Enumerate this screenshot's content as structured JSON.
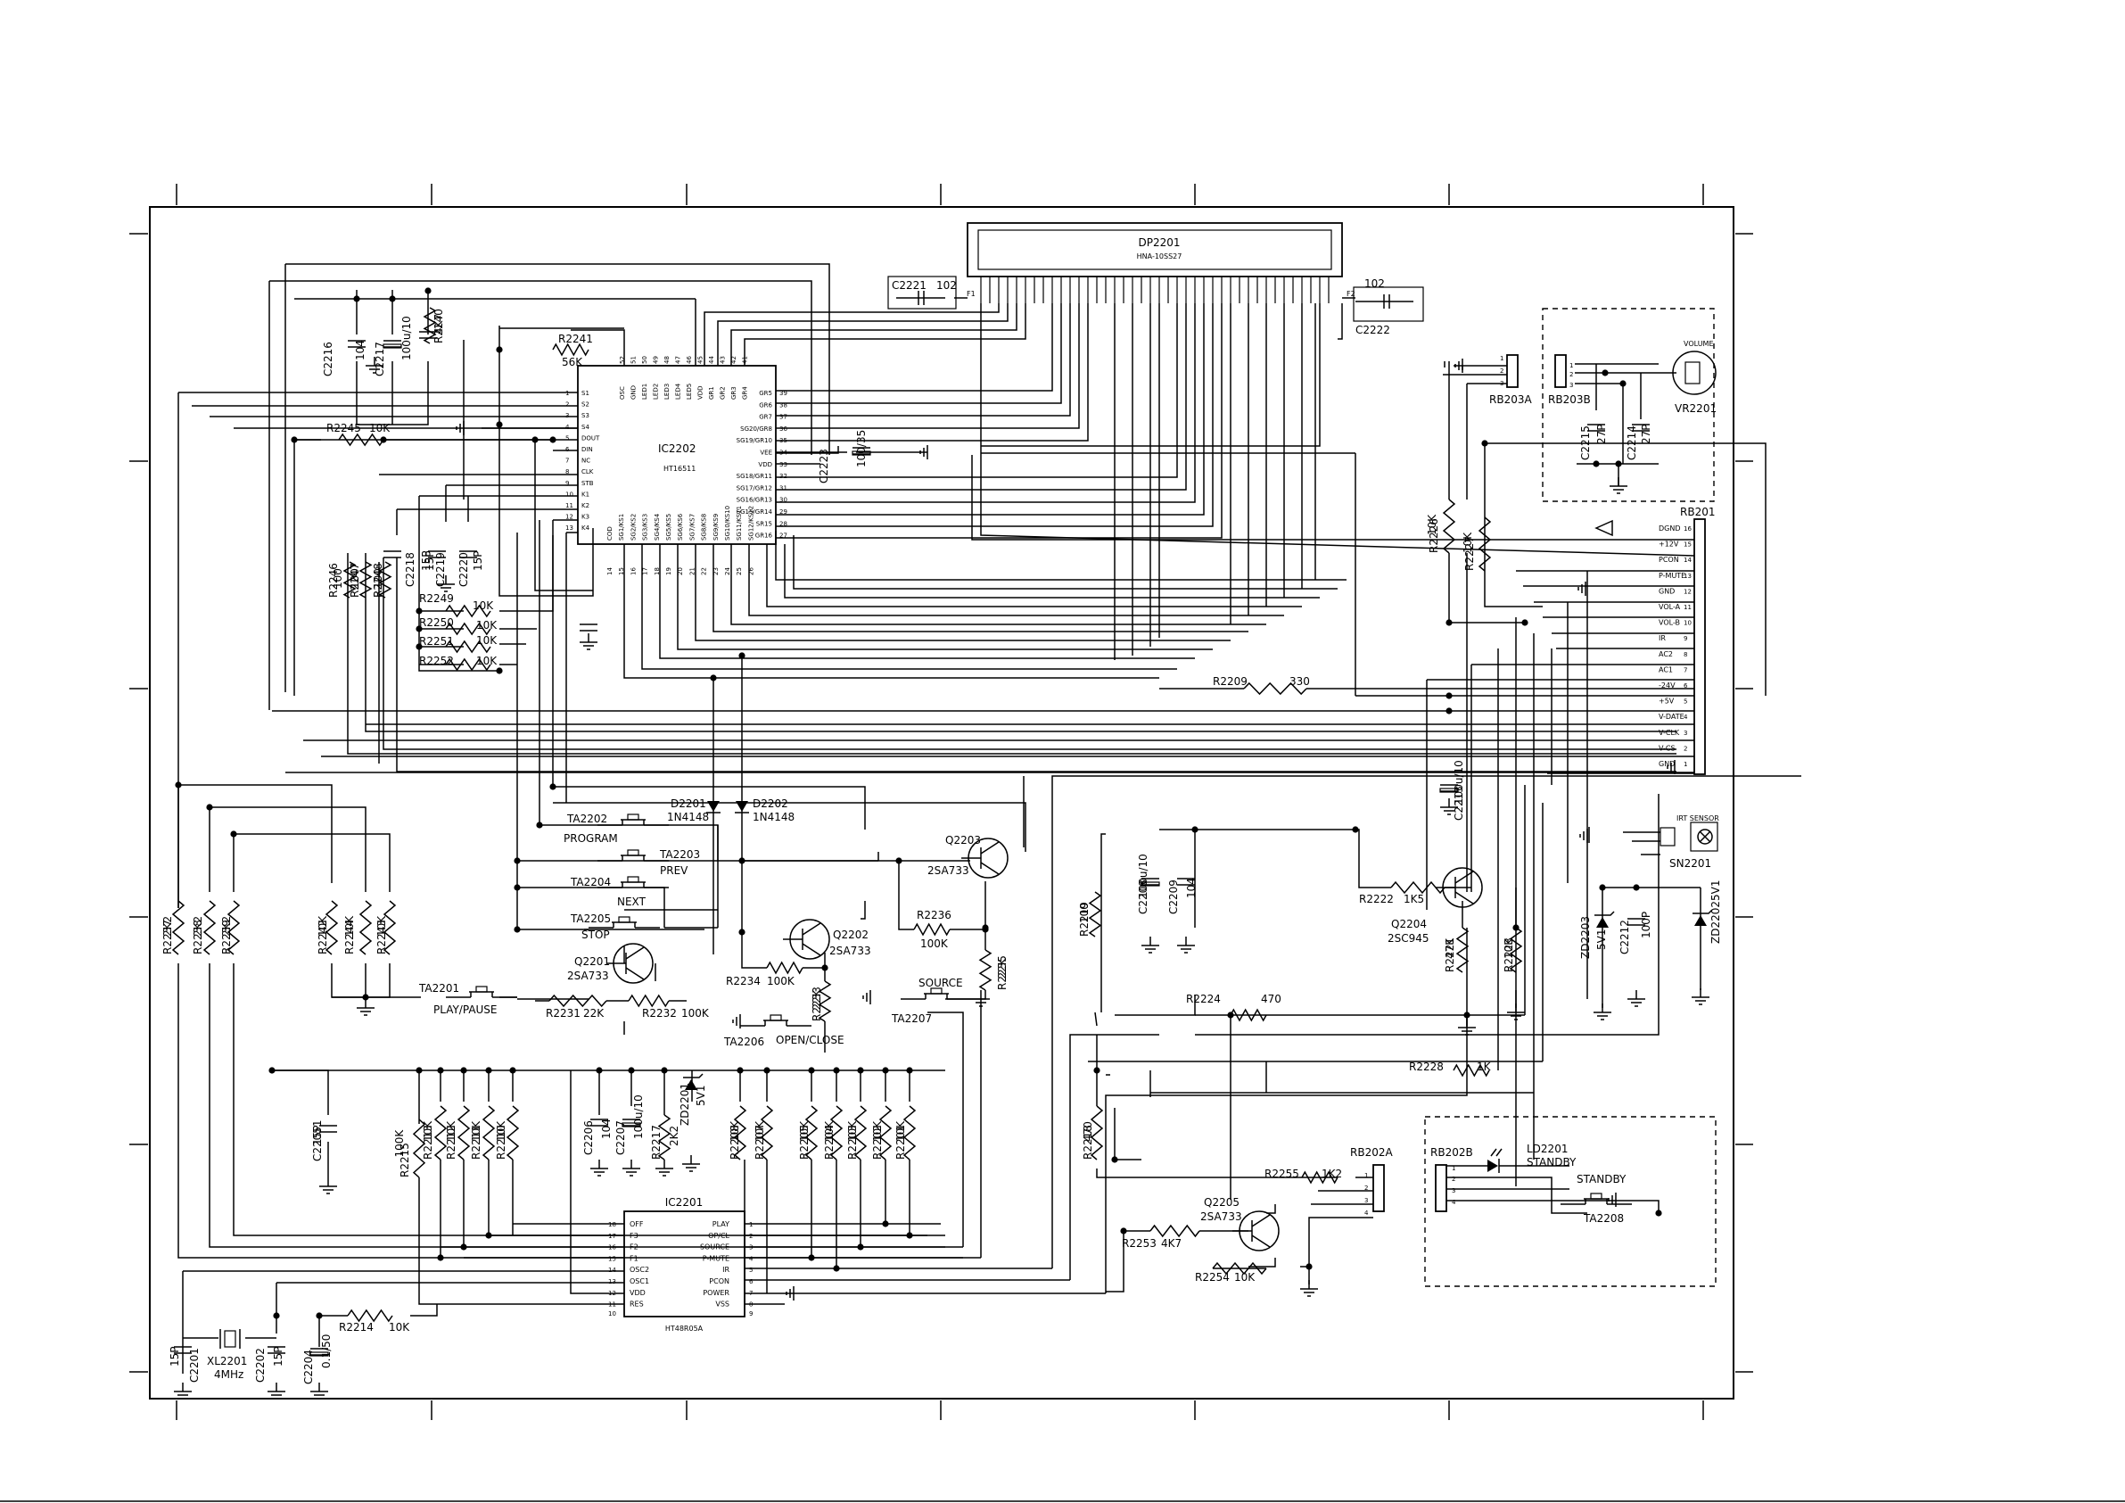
{
  "ics": {
    "ic2202": {
      "ref": "IC2202",
      "part": "HT16511",
      "left_pins": [
        "S1",
        "S2",
        "S3",
        "S4",
        "DOUT",
        "DIN",
        "NC",
        "CLK",
        "STB",
        "K1",
        "K2",
        "K3",
        "K4"
      ],
      "top_pins": [
        "OSC",
        "GND",
        "LED1",
        "LED2",
        "LED3",
        "LED4",
        "LED5",
        "VDD",
        "GR1",
        "GR2",
        "GR3",
        "GR4"
      ],
      "right_pins": [
        "GR5",
        "GR6",
        "GR7",
        "SG20/GR8",
        "SG19/GR10",
        "VEE",
        "VDD",
        "SG18/GR11",
        "SG17/GR12",
        "SG16/GR13",
        "SG15/GR14",
        "SR15",
        "GR16"
      ],
      "bottom_pins": [
        "COD",
        "SG1/KS1",
        "SG2/KS2",
        "SG3/KS3",
        "SG4/KS4",
        "SG5/KS5",
        "SG6/KS6",
        "SG7/KS7",
        "SG8/KS8",
        "SG9/KS9",
        "SG10/KS10",
        "SG11/KS11",
        "SG12/KS12"
      ]
    },
    "ic2201": {
      "ref": "IC2201",
      "part": "HT48R05A",
      "left_pins": [
        "OFF",
        "F3",
        "F2",
        "F1",
        "OSC2",
        "OSC1",
        "VDD",
        "RES"
      ],
      "left_nums": [
        "18",
        "17",
        "16",
        "15",
        "14",
        "13",
        "12",
        "11",
        "10"
      ],
      "right_pins": [
        "PLAY",
        "OP/CL",
        "SOURCE",
        "P-MUTE",
        "IR",
        "PCON",
        "POWER",
        "VSS"
      ],
      "right_nums": [
        "1",
        "2",
        "3",
        "4",
        "5",
        "6",
        "7",
        "8",
        "9"
      ]
    },
    "display": {
      "ref": "DP2201",
      "part": "HNA-10SS27",
      "f1": "F1",
      "f2": "F2"
    }
  },
  "connector_rb201": {
    "ref": "RB201",
    "pins": [
      {
        "num": "16",
        "name": "DGND"
      },
      {
        "num": "15",
        "name": "+12V"
      },
      {
        "num": "14",
        "name": "PCON"
      },
      {
        "num": "13",
        "name": "P-MUTE"
      },
      {
        "num": "12",
        "name": "GND"
      },
      {
        "num": "11",
        "name": "VOL-A"
      },
      {
        "num": "10",
        "name": "VOL-B"
      },
      {
        "num": "9",
        "name": "IR"
      },
      {
        "num": "8",
        "name": "AC2"
      },
      {
        "num": "7",
        "name": "AC1"
      },
      {
        "num": "6",
        "name": "-24V"
      },
      {
        "num": "5",
        "name": "+5V"
      },
      {
        "num": "4",
        "name": "V-DATE"
      },
      {
        "num": "3",
        "name": "V-CLK"
      },
      {
        "num": "2",
        "name": "V-CS"
      },
      {
        "num": "1",
        "name": "GND"
      }
    ]
  },
  "components": {
    "c2221": "C2221",
    "c2221_v": "102",
    "c2222": "C2222",
    "c2222_v": "102",
    "c2216": "C2216",
    "c2216_v": "104",
    "c2217": "C2217",
    "c2217_v": "100u/10",
    "r2240": "R2240",
    "r2240_v": "4K7",
    "r2241": "R2241",
    "r2241_v": "56K",
    "r2245": "R2245",
    "r2245_v": "10K",
    "c2223": "C2223",
    "c2223_v": "100/35",
    "c2218": "C2218",
    "c2218_v": "15P",
    "c2219": "C2219",
    "c2219_v": "15P",
    "c2220": "C2220",
    "c2220_v": "15P",
    "r2246": "R2246",
    "r2246_v": "100",
    "r2247": "R2247",
    "r2247_v": "100",
    "r2248": "R2248",
    "r2248_v": "100",
    "r2249": "R2249",
    "r2249_v": "10K",
    "r2250": "R2250",
    "r2250_v": "10K",
    "r2251": "R2251",
    "r2251_v": "10K",
    "r2252": "R2252",
    "r2252_v": "10K",
    "r2226": "R2226",
    "r2226_v": "10K",
    "r2227": "R2227",
    "r2227_v": "10K",
    "r2209": "R2209",
    "r2209_v": "330",
    "c2213": "C2213",
    "c2213_v": "100u/10",
    "rb203a": "RB203A",
    "rb203b": "RB203B",
    "c2215": "C2215",
    "c2215_v": "27P",
    "c2214": "C2214",
    "c2214_v": "27P",
    "vr2201": "VR2201",
    "volume": "VOLUME",
    "d2201": "D2201",
    "d2201_v": "1N4148",
    "d2202": "D2202",
    "d2202_v": "1N4148",
    "ta2202": "TA2202",
    "ta2202_v": "PROGRAM",
    "ta2203": "TA2203",
    "ta2203_v": "PREV",
    "ta2204": "TA2204",
    "ta2204_v": "NEXT",
    "ta2205": "TA2205",
    "ta2205_v": "STOP",
    "ta2201": "TA2201",
    "ta2201_v": "PLAY/PAUSE",
    "ta2206": "TA2206",
    "ta2206_v": "OPEN/CLOSE",
    "ta2207": "TA2207",
    "ta2207_v": "SOURCE",
    "ta2208": "TA2208",
    "ta2208_v": "STANDBY",
    "q2201": "Q2201",
    "q2201_v": "2SA733",
    "q2202": "Q2202",
    "q2202_v": "2SA733",
    "q2203": "Q2203",
    "q2203_v": "2SA733",
    "q2204": "Q2204",
    "q2204_v": "2SC945",
    "q2205": "Q2205",
    "q2205_v": "2SA733",
    "r2236": "R2236",
    "r2236_v": "100K",
    "r2235": "R2235",
    "r2235_v": "22K",
    "r2234": "R2234",
    "r2234_v": "100K",
    "r2233": "R2233",
    "r2233_v": "22K",
    "r2231": "R2231",
    "r2231_v": "22K",
    "r2232": "R2232",
    "r2232_v": "100K",
    "r2237": "R2237",
    "r2237_v": "2K2",
    "r2238": "R2238",
    "r2238_v": "2K2",
    "r2239": "R2239",
    "r2239_v": "2K2",
    "r2242": "R2242",
    "r2242_v": "10K",
    "r2244": "R2244",
    "r2244_v": "10K",
    "r2243": "R2243",
    "r2243_v": "10K",
    "r2219": "R2219",
    "r2219_v": "100",
    "c2208": "C2208",
    "c2208_v": "100u/10",
    "c2209": "C2209",
    "c2209_v": "104",
    "r2222": "R2222",
    "r2222_v": "1K5",
    "r2221": "R2221",
    "r2221_v": "47K",
    "r2223": "R2223",
    "r2223_v": "10K",
    "r2224": "R2224",
    "r2224_v": "470",
    "r2228": "R2228",
    "r2228_v": "1K",
    "r2218": "R2218",
    "r2218_v": "470",
    "r2255": "R2255",
    "r2255_v": "1K2",
    "r2253": "R2253",
    "r2253_v": "4K7",
    "r2254": "R2254",
    "r2254_v": "10K",
    "zd2203": "ZD2203",
    "zd2203_v": "5V1",
    "zd2202": "ZD2202",
    "zd2202_v": "5V1",
    "c2212": "C2212",
    "c2212_v": "100P",
    "irt_sensor": "IRT SENSOR",
    "sn2201": "SN2201",
    "rb202a": "RB202A",
    "rb202b": "RB202B",
    "ld2201": "LD2201",
    "ld2201_v": "STANDBY",
    "c22051": "C22051",
    "c22051_v": "15P",
    "r2215": "R2215",
    "r2215_v": "100K",
    "r2213": "R2213",
    "r2213_v": "10K",
    "r2212": "R2212",
    "r2212_v": "10K",
    "r2211": "R2211",
    "r2211_v": "10K",
    "r2210": "R2210",
    "r2210_v": "10K",
    "c2206": "C2206",
    "c2206_v": "104",
    "c2207": "C2207",
    "c2207_v": "100u/10",
    "r2217": "R2217",
    "r2217_v": "2K2",
    "zd2201": "ZD2201",
    "zd2201_v": "5V1",
    "r2208": "R2208",
    "r2208_v": "10K",
    "r2207": "R2207",
    "r2207_v": "10K",
    "r2205": "R2205",
    "r2205_v": "10K",
    "r2204": "R2204",
    "r2204_v": "10K",
    "r2203": "R2203",
    "r2203_v": "10K",
    "r2202": "R2202",
    "r2202_v": "10K",
    "r2201": "R2201",
    "r2201_v": "10K",
    "r2214": "R2214",
    "r2214_v": "10K",
    "c2204": "C2204",
    "c2204_v": "0.1/50",
    "c2201": "C2201",
    "c2201_v": "15P",
    "c2202": "C2202",
    "c2202_v": "15P",
    "xl2201": "XL2201",
    "xl2201_v": "4MHz"
  }
}
